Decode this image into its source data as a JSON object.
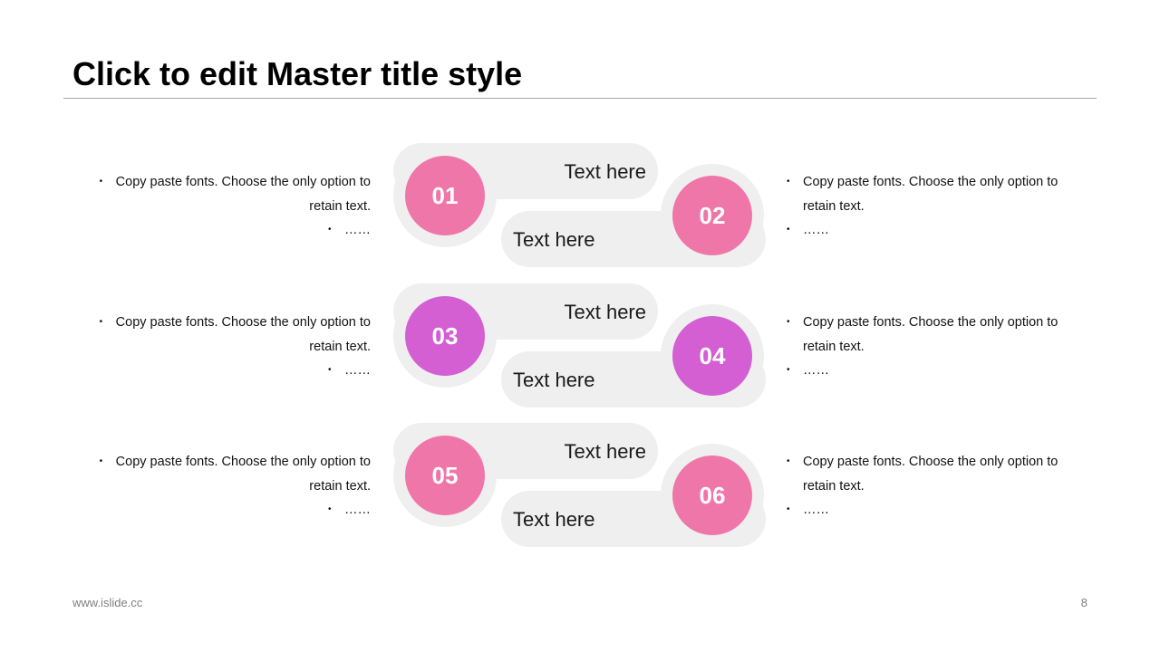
{
  "slide": {
    "title": "Click to edit Master title style",
    "footer_url": "www.islide.cc",
    "page_number": "8"
  },
  "colors": {
    "pink": "#ef76a8",
    "magenta": "#d35fd3",
    "pill_gray": "#efefef",
    "title_rule": "#a6a6a6"
  },
  "bullet_glyph": "•",
  "groups": [
    {
      "left_number": "01",
      "right_number": "02",
      "color": "pink",
      "top_label": "Text here",
      "bottom_label": "Text here",
      "left_text": {
        "line1": "Copy paste fonts. Choose the only option to",
        "line2": "retain text.",
        "line3": "……"
      },
      "right_text": {
        "line1": "Copy paste fonts. Choose the only option to",
        "line2": "retain text.",
        "line3": "……"
      }
    },
    {
      "left_number": "03",
      "right_number": "04",
      "color": "magenta",
      "top_label": "Text here",
      "bottom_label": "Text here",
      "left_text": {
        "line1": "Copy paste fonts. Choose the only option to",
        "line2": "retain text.",
        "line3": "……"
      },
      "right_text": {
        "line1": "Copy paste fonts. Choose the only option to",
        "line2": "retain text.",
        "line3": "……"
      }
    },
    {
      "left_number": "05",
      "right_number": "06",
      "color": "pink",
      "top_label": "Text here",
      "bottom_label": "Text here",
      "left_text": {
        "line1": "Copy paste fonts. Choose the only option to",
        "line2": "retain text.",
        "line3": "……"
      },
      "right_text": {
        "line1": "Copy paste fonts. Choose the only option to",
        "line2": "retain text.",
        "line3": "……"
      }
    }
  ]
}
